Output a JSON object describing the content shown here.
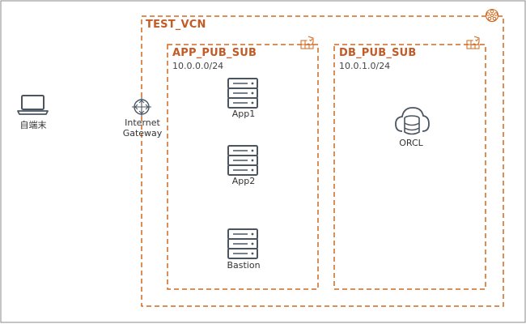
{
  "colors": {
    "frame": "#888888",
    "vcn_border": "#d2691e",
    "subnet_border": "#d2691e",
    "title_text": "#c35b26",
    "icon_stroke": "#4a5560",
    "accent_icon": "#d2691e"
  },
  "client": {
    "label": "自端末",
    "icon": "laptop-icon"
  },
  "gateway": {
    "line1": "Internet",
    "line2": "Gateway",
    "icon": "internet-gateway-icon"
  },
  "vcn": {
    "title": "TEST_VCN",
    "icon": "vcn-icon"
  },
  "subnets": [
    {
      "title": "APP_PUB_SUB",
      "cidr": "10.0.0.0/24",
      "icon": "subnet-security-icon",
      "nodes": [
        {
          "label": "App1",
          "icon": "server-icon"
        },
        {
          "label": "App2",
          "icon": "server-icon"
        },
        {
          "label": "Bastion",
          "icon": "server-icon"
        }
      ]
    },
    {
      "title": "DB_PUB_SUB",
      "cidr": "10.0.1.0/24",
      "icon": "subnet-security-icon",
      "nodes": [
        {
          "label": "ORCL",
          "icon": "cloud-database-icon"
        }
      ]
    }
  ]
}
